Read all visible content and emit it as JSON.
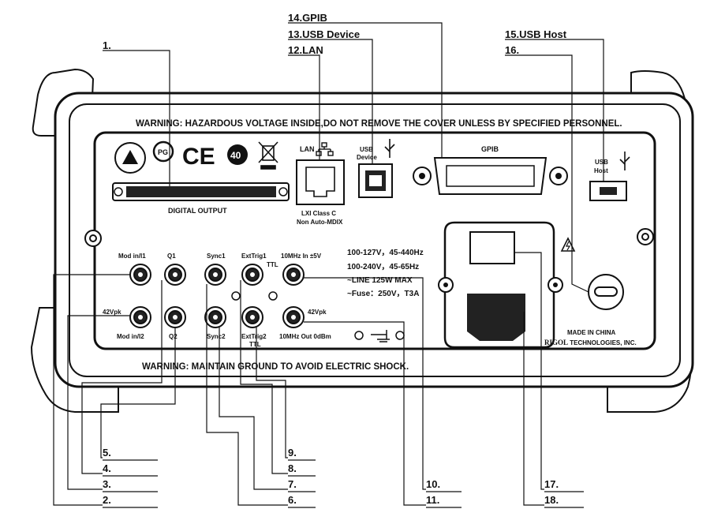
{
  "callouts": {
    "c1": "1.",
    "c2": "2.",
    "c3": "3.",
    "c4": "4.",
    "c5": "5.",
    "c6": "6.",
    "c7": "7.",
    "c8": "8.",
    "c9": "9.",
    "c10": "10.",
    "c11": "11.",
    "c12": "12.LAN",
    "c13": "13.USB Device",
    "c14": "14.GPIB",
    "c15": "15.USB Host",
    "c16": "16.",
    "c17": "17.",
    "c18": "18."
  },
  "panel": {
    "warning_top": "WARNING: HAZARDOUS VOLTAGE INSIDE,DO NOT REMOVE THE COVER  UNLESS BY SPECIFIED PERSONNEL.",
    "warning_bottom": "WARNING: MAINTAIN GROUND TO AVOID ELECTRIC SHOCK.",
    "digital_output": "DIGITAL OUTPUT",
    "lan": "LAN",
    "lxi": "LXI Class C",
    "mdix": "Non Auto-MDIX",
    "usb_device_1": "USB",
    "usb_device_2": "Device",
    "gpib": "GPIB",
    "usb_host_1": "USB",
    "usb_host_2": "Host",
    "mod_in1": "Mod in/I1",
    "q1": "Q1",
    "sync1": "Sync1",
    "exttrig1": "ExtTrig1",
    "ttl_top": "TTL",
    "mhz_in": "10MHz In ±5V",
    "v42_left": "42Vpk",
    "v42_right": "42Vpk",
    "mod_in2": "Mod in/I2",
    "q2": "Q2",
    "sync2": "Sync2",
    "exttrig2": "ExtTrig2",
    "ttl_bottom": "TTL",
    "mhz_out": "10MHz Out 0dBm",
    "spec1": "100-127V，45-440Hz",
    "spec2": "100-240V，45-65Hz",
    "spec3": "~LINE 125W MAX",
    "spec4": "~Fuse：250V，T3A",
    "made_in": "MADE IN CHINA",
    "brand": "RIGOL",
    "tech": " TECHNOLOGIES, INC.",
    "ce": "CE",
    "pg": "PG",
    "forty": "40"
  }
}
